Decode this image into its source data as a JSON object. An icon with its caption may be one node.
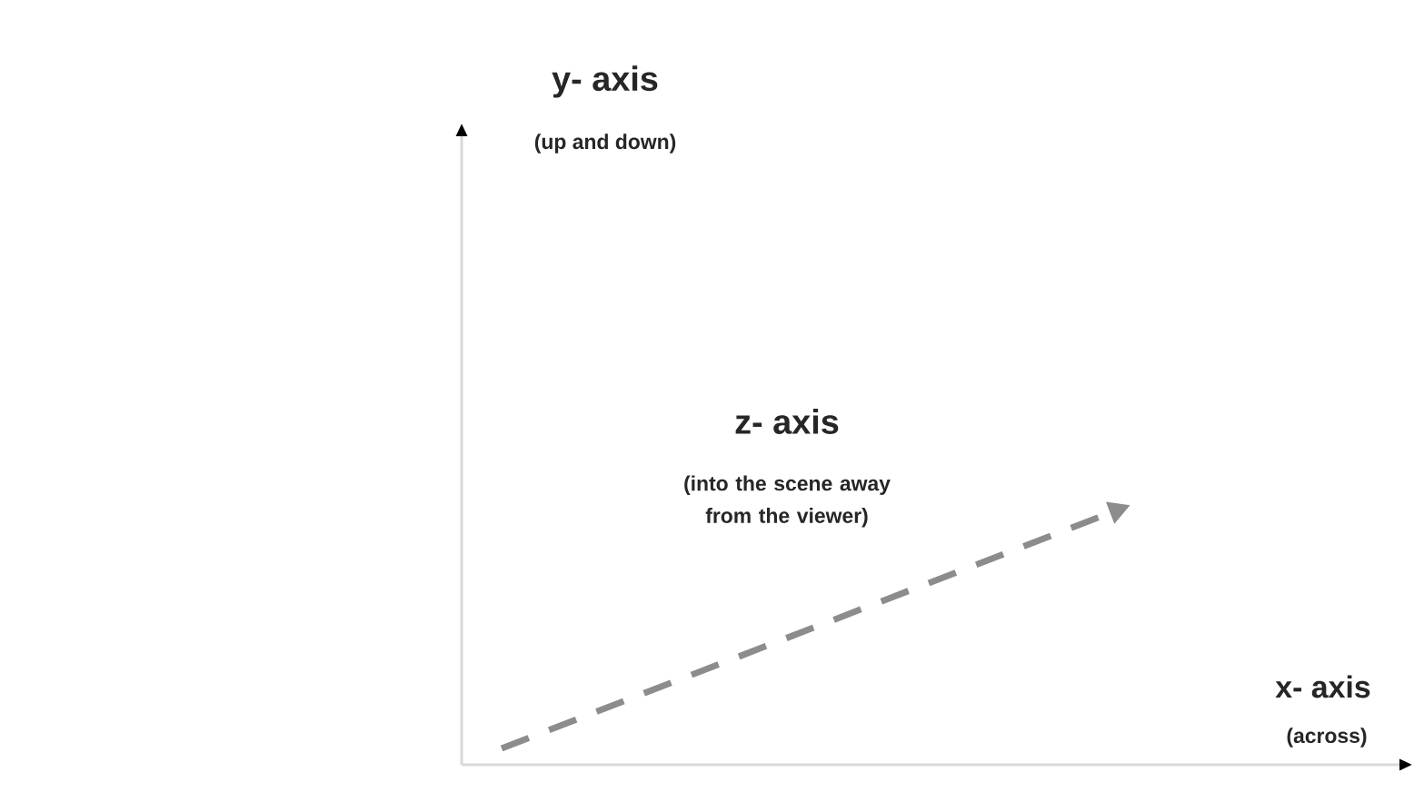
{
  "diagram": {
    "labels": [
      "y- axis",
      "(up and down)",
      "z- axis",
      "(into the scene away from the viewer)",
      "x- axis",
      "(across)"
    ]
  }
}
